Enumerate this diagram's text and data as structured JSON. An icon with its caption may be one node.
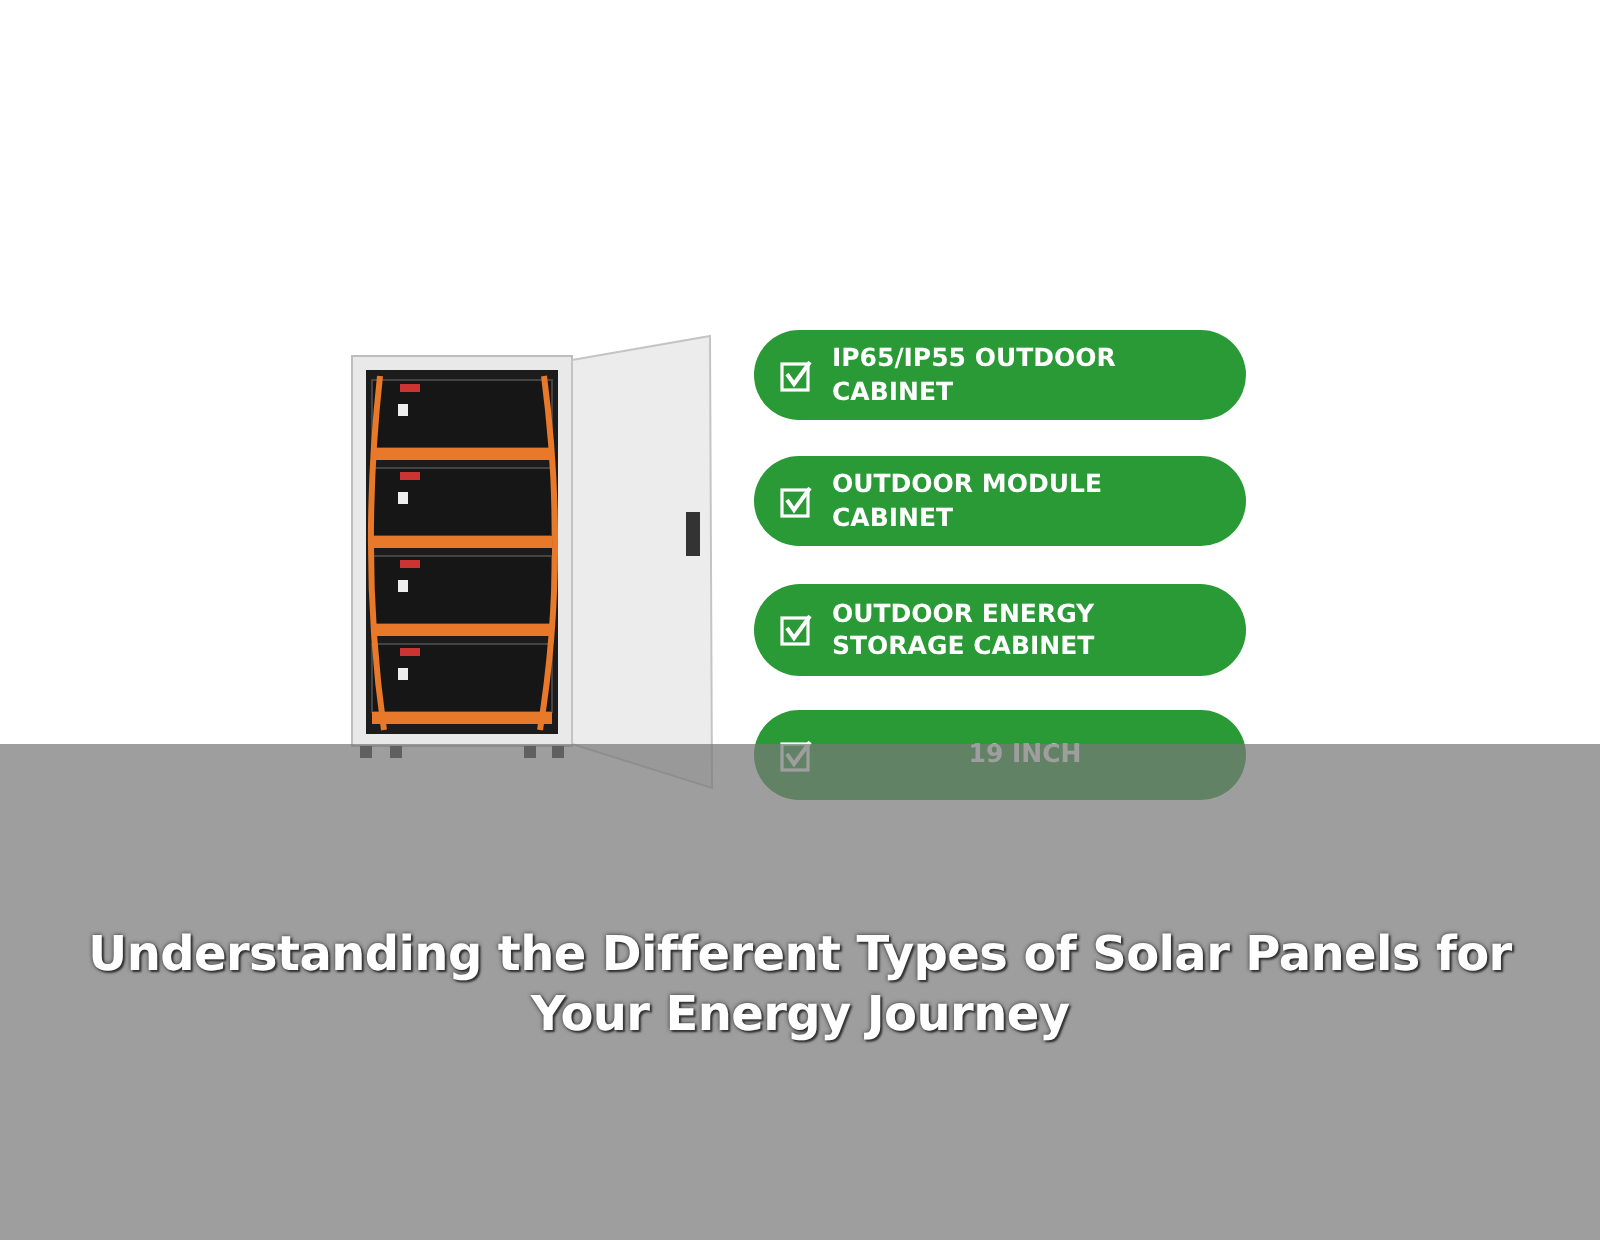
{
  "diagram": {
    "title": "Understanding the Different Types of Solar Panels for Your Energy Journey",
    "nodes": [
      {
        "text": [
          "IP65/IP55 OUTDOOR CABINET"
        ]
      },
      {
        "text": [
          "OUTDOOR MODULE CABINET"
        ]
      },
      {
        "text": [
          "OUTDOOR ENERGY STORAGE CABINET"
        ]
      },
      {
        "text": [
          "19 INCH"
        ]
      }
    ]
  }
}
